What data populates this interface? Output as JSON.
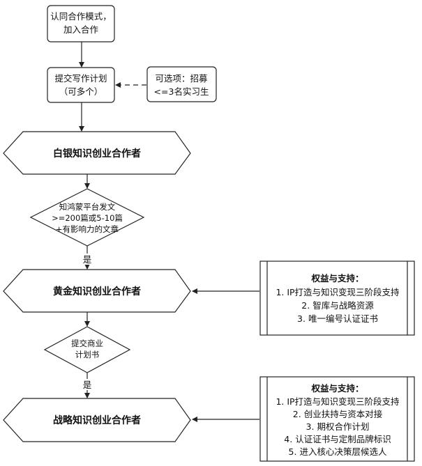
{
  "start_box": {
    "line1": "认同合作模式，",
    "line2": "加入合作"
  },
  "plan_box": {
    "line1": "提交写作计划",
    "line2": "（可多个）"
  },
  "optional_box": {
    "line1": "可选项：招募",
    "line2": "<=3名实习生"
  },
  "silver": {
    "label": "白银知识创业合作者"
  },
  "decision1": {
    "line1": "知鸿蒙平台发文",
    "line2": ">=200篇或5-10篇",
    "line3": "+有影响力的文章"
  },
  "yes1": "是",
  "gold": {
    "label": "黄金知识创业合作者"
  },
  "gold_benefits": {
    "title": "权益与支持：",
    "items": [
      "1. IP打造与知识变现三阶段支持",
      "2. 智库与战略资源",
      "3. 唯一编号认证证书"
    ]
  },
  "decision2": {
    "line1": "提交商业",
    "line2": "计划书"
  },
  "yes2": "是",
  "strategic": {
    "label": "战略知识创业合作者"
  },
  "strategic_benefits": {
    "title": "权益与支持：",
    "items": [
      "1. IP打造与知识变现三阶段支持",
      "2. 创业扶持与资本对接",
      "3. 期权合作计划",
      "4. 认证证书与定制品牌标识",
      "5. 进入核心决策层候选人"
    ]
  }
}
